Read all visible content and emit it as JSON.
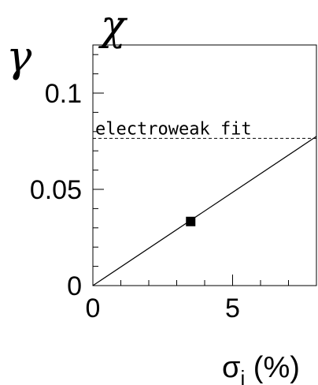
{
  "chart_data": {
    "type": "line",
    "ylabel": "χ",
    "ylabel_prefix": "γ",
    "xlabel": "σ",
    "xlabel_subscript": "i",
    "xlabel_suffix": " (%)",
    "xlim": [
      0,
      8
    ],
    "ylim": [
      0,
      0.125
    ],
    "x_tick_labels": [
      {
        "value": 0,
        "label": "0"
      },
      {
        "value": 5,
        "label": "5"
      }
    ],
    "y_tick_labels": [
      {
        "value": 0,
        "label": "0"
      },
      {
        "value": 0.05,
        "label": "0.05"
      },
      {
        "value": 0.1,
        "label": "0.1"
      }
    ],
    "x_major_ticks": [
      0,
      5
    ],
    "x_minor_ticks": [
      1,
      2,
      3,
      4,
      6,
      7
    ],
    "y_major_ticks": [
      0,
      0.05,
      0.1
    ],
    "y_minor_ticks": [
      0.01,
      0.02,
      0.03,
      0.04,
      0.06,
      0.07,
      0.08,
      0.09,
      0.11,
      0.12
    ],
    "line": {
      "x": [
        0,
        8
      ],
      "y": [
        0,
        0.0775
      ]
    },
    "point": {
      "x": 3.5,
      "y": 0.0333
    },
    "reference": {
      "y": 0.0765,
      "label": "electroweak fit"
    },
    "grid": false
  }
}
